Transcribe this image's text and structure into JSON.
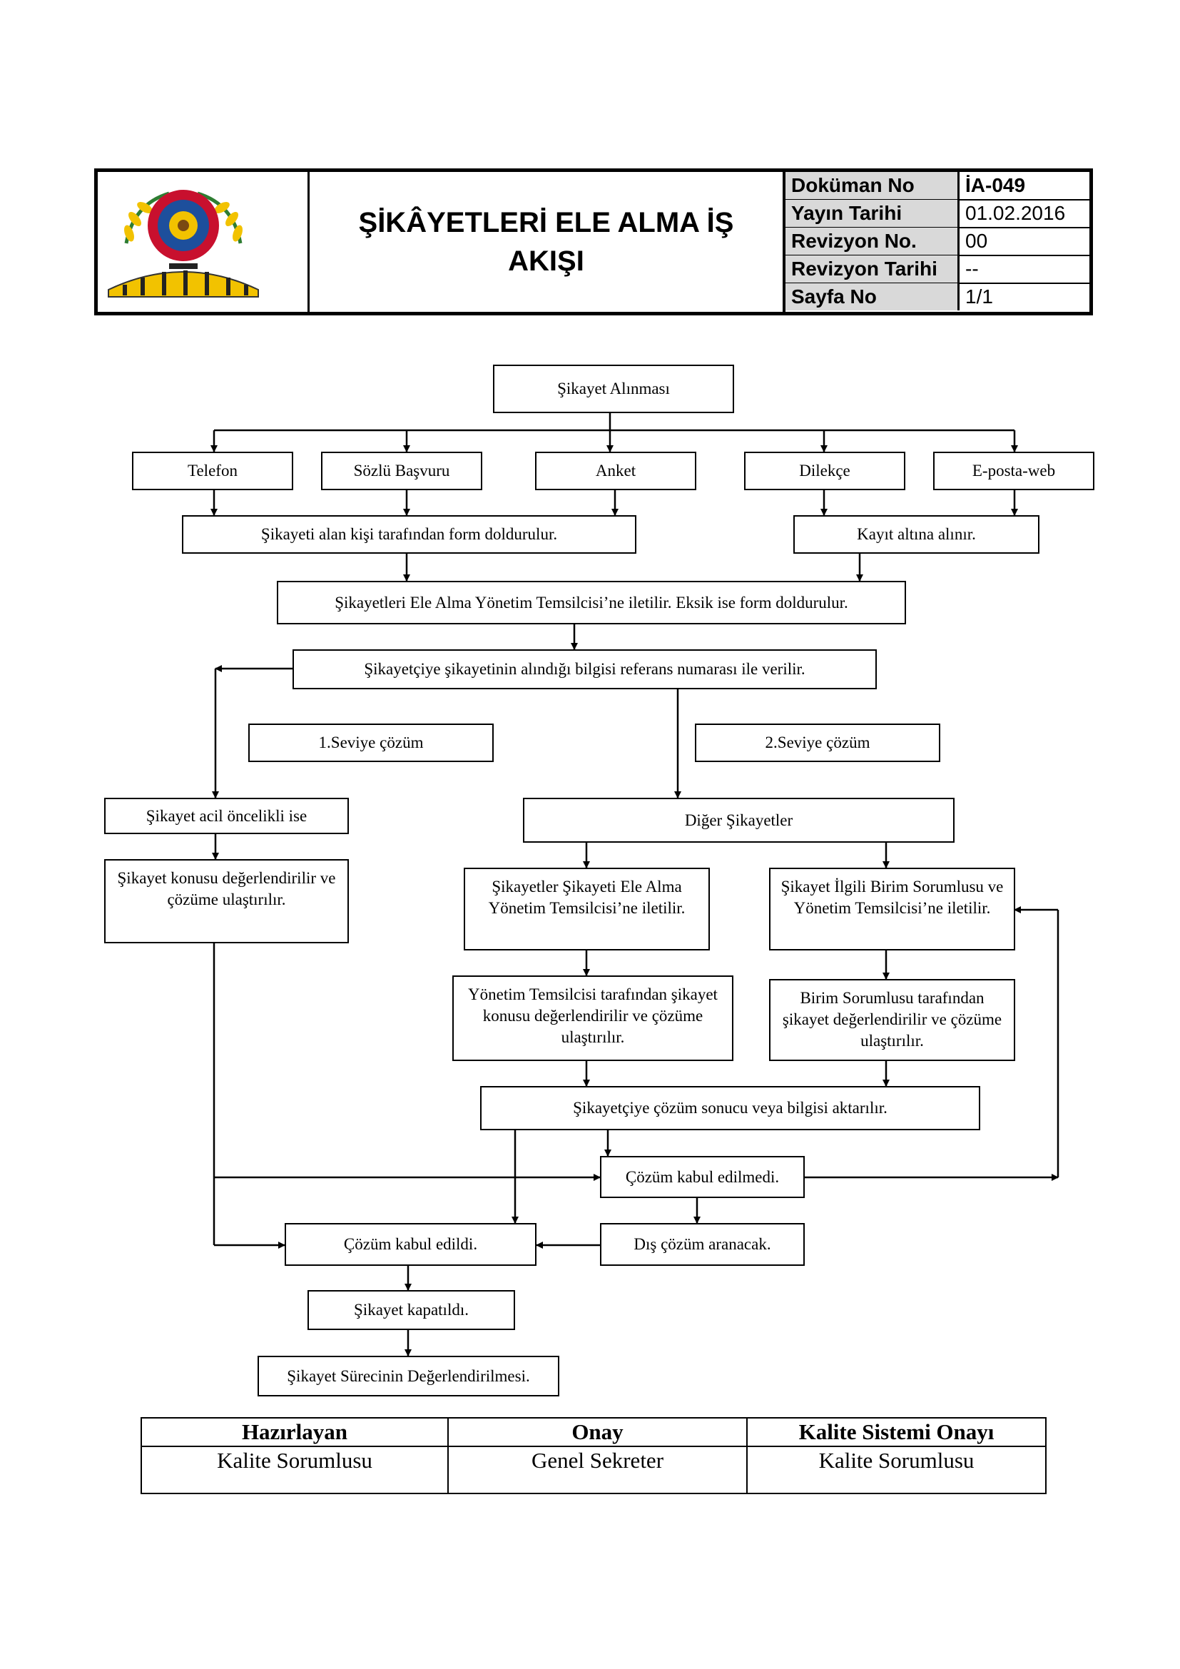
{
  "header": {
    "title": "ŞİKÂYETLERİ ELE ALMA İŞ AKIŞI",
    "meta": [
      {
        "label": "Doküman No",
        "value": "İA-049"
      },
      {
        "label": "Yayın Tarihi",
        "value": "01.02.2016"
      },
      {
        "label": "Revizyon No.",
        "value": "00"
      },
      {
        "label": "Revizyon Tarihi",
        "value": "--"
      },
      {
        "label": "Sayfa No",
        "value": "1/1"
      }
    ],
    "logo": {
      "icon": "organization-seal-logo",
      "colors": {
        "ring": "#c8102e",
        "gold": "#f2c200",
        "blue": "#1d4f9c",
        "green": "#2e7d32"
      }
    }
  },
  "flow": {
    "start": "Şikayet Alınması",
    "channels": [
      "Telefon",
      "Sözlü Başvuru",
      "Anket",
      "Dilekçe",
      "E-posta-web"
    ],
    "form_filled": "Şikayeti alan kişi tarafından form doldurulur.",
    "recorded": "Kayıt altına alınır.",
    "forwarded": "Şikayetleri Ele Alma Yönetim Temsilcisi’ne iletilir. Eksik ise form doldurulur.",
    "ref_number": "Şikayetçiye şikayetinin alındığı bilgisi referans numarası ile verilir.",
    "level1": "1.Seviye çözüm",
    "level2": "2.Seviye çözüm",
    "urgent": "Şikayet acil öncelikli ise",
    "urgent_eval": "Şikayet konusu değerlendirilir ve çözüme ulaştırılır.",
    "other": "Diğer Şikayetler",
    "to_rep": "Şikayetler Şikayeti Ele Alma Yönetim Temsilcisi’ne iletilir.",
    "to_unit": "Şikayet İlgili Birim Sorumlusu ve Yönetim Temsilcisi’ne iletilir.",
    "rep_eval": "Yönetim Temsilcisi tarafından şikayet konusu değerlendirilir ve çözüme ulaştırılır.",
    "unit_eval": "Birim Sorumlusu tarafından şikayet değerlendirilir ve çözüme ulaştırılır.",
    "result": "Şikayetçiye çözüm sonucu veya bilgisi aktarılır.",
    "rejected": "Çözüm kabul edilmedi.",
    "accepted": "Çözüm kabul edildi.",
    "external": "Dış çözüm aranacak.",
    "closed": "Şikayet kapatıldı.",
    "review": "Şikayet Sürecinin Değerlendirilmesi."
  },
  "approval": {
    "headers": [
      "Hazırlayan",
      "Onay",
      "Kalite Sistemi Onayı"
    ],
    "values": [
      "Kalite Sorumlusu",
      "Genel Sekreter",
      "Kalite Sorumlusu"
    ]
  }
}
